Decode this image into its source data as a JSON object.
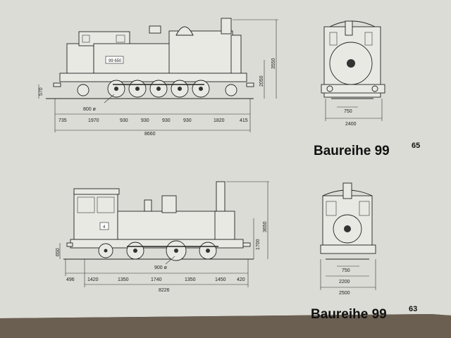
{
  "loco_top": {
    "title": "Baureihe 99",
    "title_sup": "65",
    "number_plate": "99 650",
    "side_dims": [
      "570",
      "2050",
      "3550"
    ],
    "wheel_dia": "800 ø",
    "length_dims": [
      "735",
      "1970",
      "930",
      "930",
      "930",
      "930",
      "1820",
      "415"
    ],
    "total_length": "8660",
    "front_dims": [
      "750",
      "2400"
    ]
  },
  "loco_bottom": {
    "title": "Baureihe 99",
    "title_sup": "63",
    "number_plate": "4",
    "side_dims": [
      "650",
      "1700",
      "3650"
    ],
    "wheel_dia": "900 ø",
    "length_dims": [
      "496",
      "1420",
      "1350",
      "1740",
      "1350",
      "1450",
      "420"
    ],
    "total_length": "8226",
    "front_dims": [
      "750",
      "2200",
      "2500"
    ]
  }
}
